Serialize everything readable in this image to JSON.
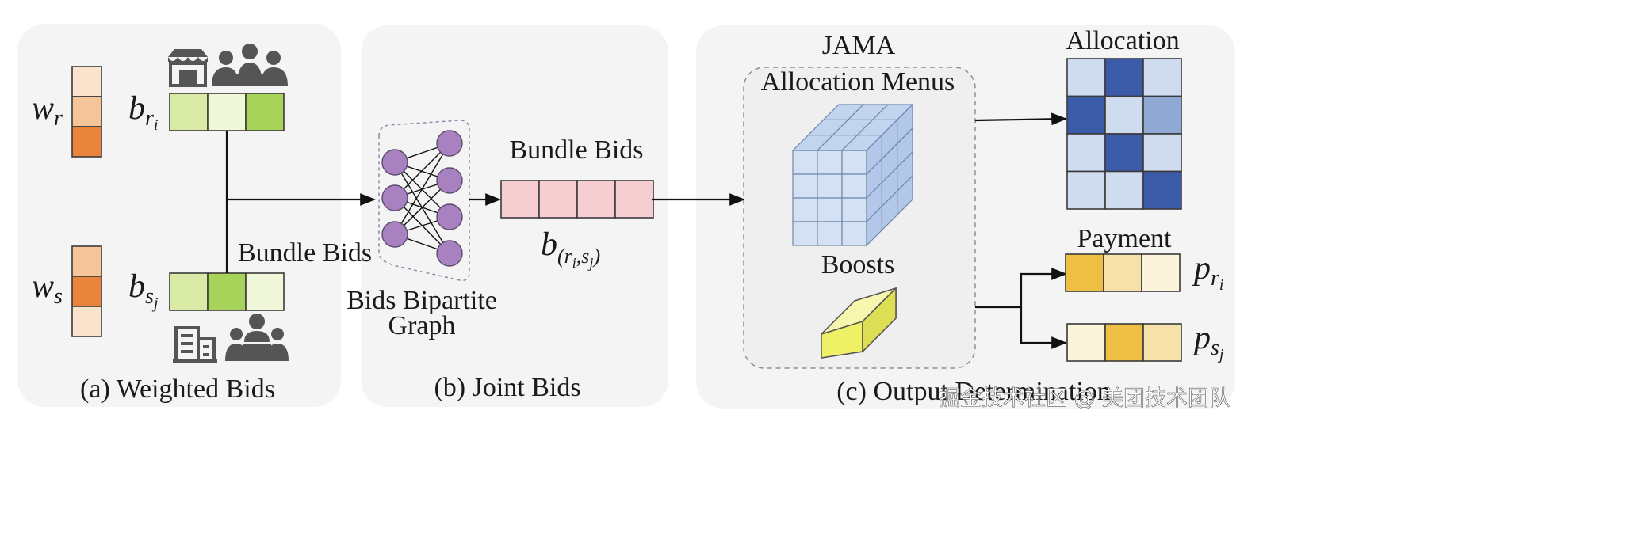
{
  "panel_a": {
    "caption": "(a) Weighted Bids",
    "w_r": "w",
    "w_r_sub": "r",
    "w_s": "w",
    "w_s_sub": "s",
    "b_ri": "b",
    "b_ri_sub": "r",
    "b_ri_subsub": "i",
    "b_sj": "b",
    "b_sj_sub": "s",
    "b_sj_subsub": "j",
    "bundle_bids_label": "Bundle Bids",
    "w_r_colors": [
      "#fae3cc",
      "#f5c59a",
      "#e8843c"
    ],
    "w_s_colors": [
      "#f5c59a",
      "#e8843c",
      "#fae3cc"
    ],
    "b_ri_colors": [
      "#d8eaa6",
      "#f0f7d8",
      "#a8d35a"
    ],
    "b_sj_colors": [
      "#d8eaa6",
      "#a8d35a",
      "#f0f7d8"
    ],
    "icons": [
      "store-icon",
      "group-icon",
      "building-icon",
      "team-icon"
    ]
  },
  "panel_b": {
    "caption": "(b) Joint Bids",
    "graph_label_line1": "Bids Bipartite",
    "graph_label_line2": "Graph",
    "bundle_bids_label": "Bundle Bids",
    "b_joint": "b",
    "b_joint_sub": "(r",
    "b_joint_sub_i": "i",
    "b_joint_mid": ",s",
    "b_joint_sub_j": "j",
    "b_joint_end": ")",
    "node_color": "#a882c0",
    "bundle_color": "#f6cdd0"
  },
  "panel_c": {
    "caption": "(c) Output Determination",
    "jama_title": "JAMA",
    "allocation_menus_label": "Allocation Menus",
    "boosts_label": "Boosts",
    "allocation_title": "Allocation",
    "payment_title": "Payment",
    "p_ri": "p",
    "p_ri_sub": "r",
    "p_ri_subsub": "i",
    "p_sj": "p",
    "p_sj_sub": "s",
    "p_sj_subsub": "j",
    "allocation_grid": [
      [
        "#cfdcf0",
        "#3b5aa8",
        "#cfdcf0"
      ],
      [
        "#3b5aa8",
        "#cfdcf0",
        "#8fa8d4"
      ],
      [
        "#cfdcf0",
        "#3b5aa8",
        "#cfdcf0"
      ],
      [
        "#cfdcf0",
        "#cfdcf0",
        "#3b5aa8"
      ]
    ],
    "payment_ri_colors": [
      "#efbe45",
      "#f6e2a8",
      "#fbf3dc"
    ],
    "payment_sj_colors": [
      "#fbf3dc",
      "#efbe45",
      "#f6e2a8"
    ],
    "cube_color": "#c9d9ee",
    "boost_color": "#f3f38a"
  },
  "watermark": "掘金技术社区 @ 美团技术团队"
}
